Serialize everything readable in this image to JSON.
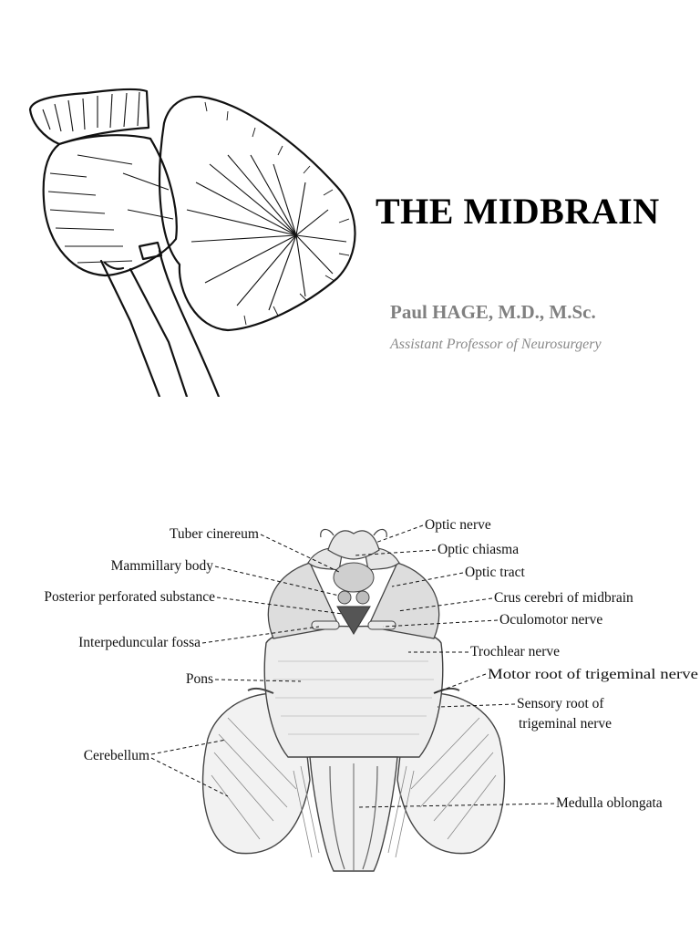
{
  "slide": {
    "title": "THE MIDBRAIN",
    "author": "Paul HAGE, M.D., M.Sc.",
    "position": "Assistant Professor of Neurosurgery"
  },
  "diagram": {
    "labels_left": [
      "Tuber cinereum",
      "Mammillary body",
      "Posterior perforated substance",
      "Interpeduncular fossa",
      "Pons",
      "Cerebellum"
    ],
    "labels_right": [
      "Optic nerve",
      "Optic chiasma",
      "Optic tract",
      "Crus cerebri of midbrain",
      "Oculomotor nerve",
      "Trochlear nerve",
      "Motor root of trigeminal nerve",
      "Sensory root of",
      "trigeminal nerve",
      "Medulla oblongata"
    ]
  },
  "colors": {
    "title": "#000000",
    "author": "#808080",
    "position": "#8a8a8a",
    "ink": "#111111"
  }
}
